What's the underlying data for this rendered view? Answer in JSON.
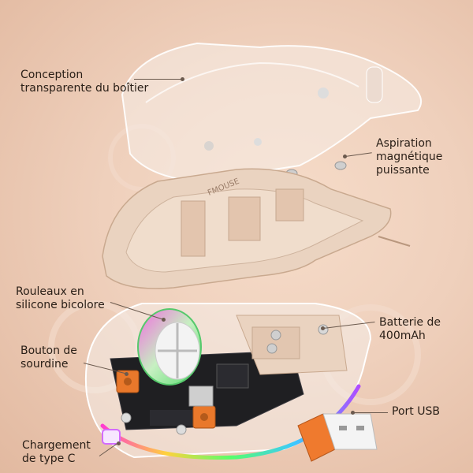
{
  "callouts": {
    "shell": {
      "line1": "Conception",
      "line2": "transparente du boîtier"
    },
    "magnet": {
      "line1": "Aspiration",
      "line2": "magnétique",
      "line3": "puissante"
    },
    "rollers": {
      "line1": "Rouleaux en",
      "line2": "silicone bicolore"
    },
    "battery": {
      "line1": "Batterie de",
      "line2": "400mAh"
    },
    "mute": {
      "line1": "Bouton de",
      "line2": "sourdine"
    },
    "usb": {
      "line1": "Port USB"
    },
    "charging": {
      "line1": "Chargement",
      "line2": "de type C"
    }
  },
  "product": {
    "brand_logo": "FMOUSE"
  },
  "colors": {
    "background": "#efd0bc",
    "shell_beige": "#ead3c0",
    "wheel_green": "#6ee07a",
    "wheel_pink": "#f06ad8",
    "button_orange": "#e9782b",
    "usb_orange": "#ef7a2e",
    "text": "#2b2018"
  }
}
